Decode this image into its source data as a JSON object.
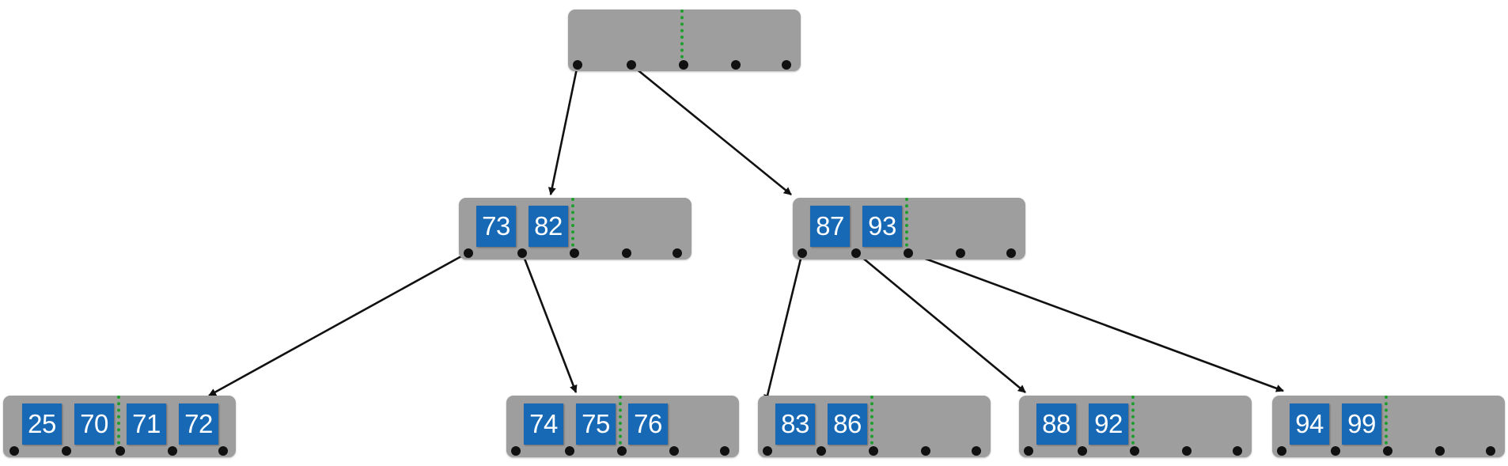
{
  "tree": {
    "root": {
      "keys": []
    },
    "internal_left": {
      "keys": [
        "73",
        "82"
      ]
    },
    "internal_right": {
      "keys": [
        "87",
        "93"
      ]
    },
    "leaves": [
      {
        "keys": [
          "25",
          "70",
          "71",
          "72"
        ]
      },
      {
        "keys": [
          "74",
          "75",
          "76"
        ]
      },
      {
        "keys": [
          "83",
          "86"
        ]
      },
      {
        "keys": [
          "88",
          "92"
        ]
      },
      {
        "keys": [
          "94",
          "99"
        ]
      }
    ]
  },
  "colors": {
    "node_fill": "#9e9e9e",
    "key_fill": "#1769b6",
    "key_text": "#ffffff",
    "divider": "#1e9e2c",
    "pointer": "#111111"
  }
}
